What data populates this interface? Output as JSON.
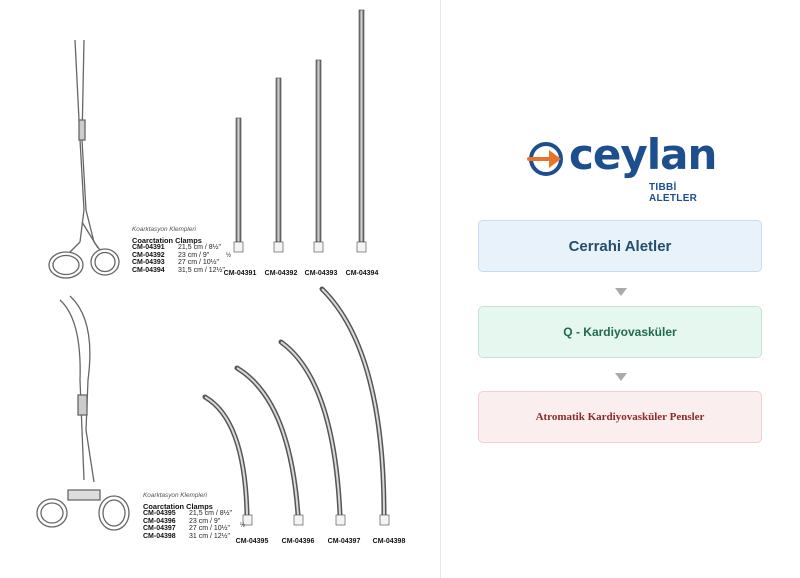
{
  "catalog": {
    "top": {
      "label_tr": "Koarktasyon Klempleri",
      "label_en": "Coarctation Clamps",
      "items": [
        {
          "code": "CM-04391",
          "size": "21,5 cm / 8½\""
        },
        {
          "code": "CM-04392",
          "size": "23 cm / 9\""
        },
        {
          "code": "CM-04393",
          "size": "27 cm / 10½\""
        },
        {
          "code": "CM-04394",
          "size": "31,5 cm / 12½\""
        }
      ],
      "scale": "½"
    },
    "bottom": {
      "label_tr": "Koarktasyon Klempleri",
      "label_en": "Coarctation Clamps",
      "items": [
        {
          "code": "CM-04395",
          "size": "21,5 cm / 8½\""
        },
        {
          "code": "CM-04396",
          "size": "23 cm / 9\""
        },
        {
          "code": "CM-04397",
          "size": "27 cm / 10½\""
        },
        {
          "code": "CM-04398",
          "size": "31 cm / 12½\""
        }
      ],
      "scale": "½"
    }
  },
  "brand": {
    "name": "ceylan",
    "subtitle": "TIBBİ ALETLER",
    "colors": {
      "blue": "#1d4f8f",
      "orange": "#e8742a"
    }
  },
  "breadcrumb": {
    "level1": "Cerrahi Aletler",
    "level2": "Q - Kardiyovasküler",
    "level3": "Atromatik Kardiyovasküler Pensler"
  }
}
